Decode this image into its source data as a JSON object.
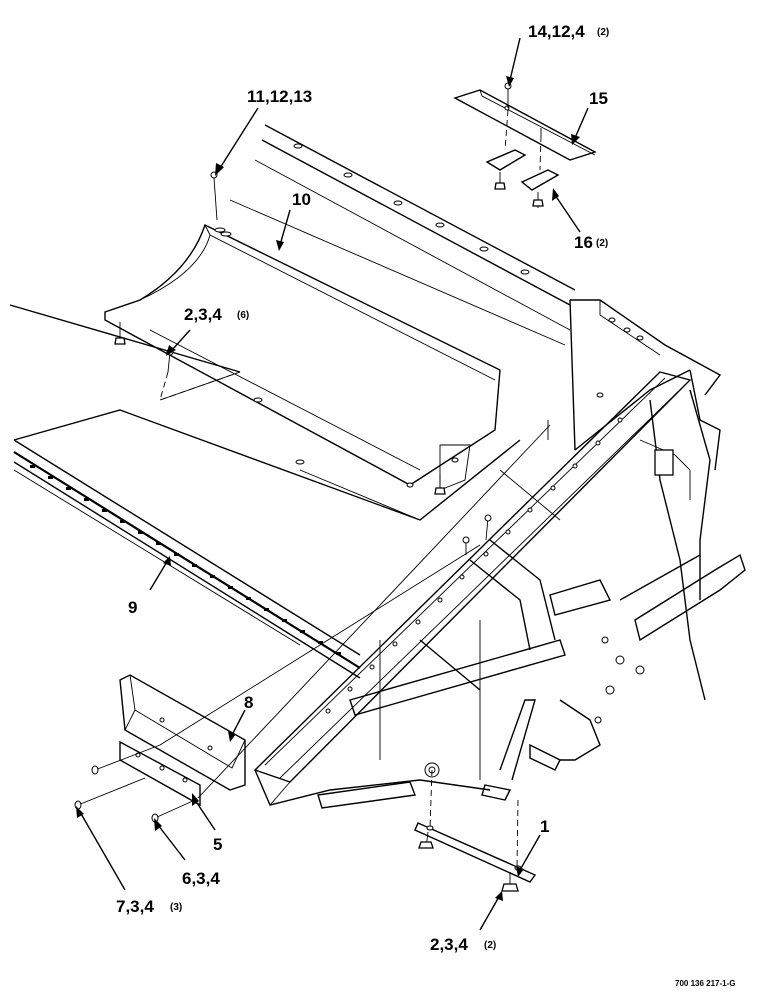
{
  "callouts": {
    "c14_12_4": {
      "text": "14,12,4",
      "qty": "(2)"
    },
    "c15": {
      "text": "15"
    },
    "c11_12_13": {
      "text": "11,12,13"
    },
    "c10": {
      "text": "10"
    },
    "c16": {
      "text": "16",
      "qty": "(2)"
    },
    "c2_3_4_top": {
      "text": "2,3,4",
      "qty": "(6)"
    },
    "c9": {
      "text": "9"
    },
    "c8": {
      "text": "8"
    },
    "c5": {
      "text": "5"
    },
    "c6_3_4": {
      "text": "6,3,4"
    },
    "c7_3_4": {
      "text": "7,3,4",
      "qty": "(3)"
    },
    "c1": {
      "text": "1"
    },
    "c2_3_4_bottom": {
      "text": "2,3,4",
      "qty": "(2)"
    }
  },
  "drawing_ref": "700 136 217-1-G"
}
